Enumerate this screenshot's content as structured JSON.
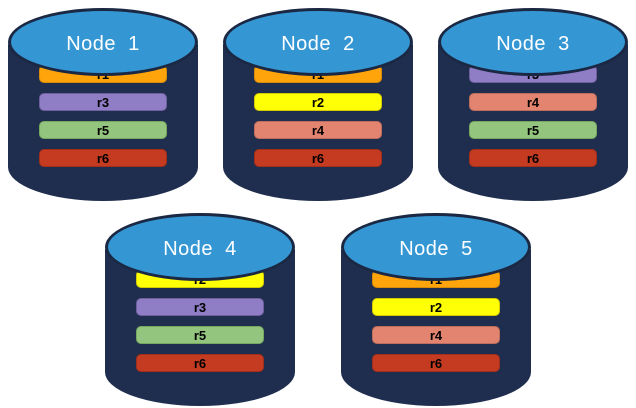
{
  "diagram": {
    "description": "Five database nodes with replicated partitions",
    "colors": {
      "background": "#FFFFFF",
      "cylinder_body": "#1F2D4E",
      "cylinder_top": "#3497D4",
      "cylinder_outline": "#1B2843",
      "node_label_text": "#FFFFFF",
      "replica_label_text": "#000000"
    },
    "replica_colors": {
      "r1": {
        "fill": "#FFA40B",
        "border": "#D98C0A"
      },
      "r2": {
        "fill": "#FFFF05",
        "border": "#D2CB00"
      },
      "r3": {
        "fill": "#8F7EC5",
        "border": "#6F5F9E"
      },
      "r4": {
        "fill": "#E2846F",
        "border": "#BF6D5C"
      },
      "r5": {
        "fill": "#94C57E",
        "border": "#76A95E"
      },
      "r6": {
        "fill": "#C43B21",
        "border": "#A32F18"
      }
    },
    "rows": [
      {
        "nodes": [
          {
            "label": "Node  1",
            "replicas": [
              "r1",
              "r3",
              "r5",
              "r6"
            ]
          },
          {
            "label": "Node  2",
            "replicas": [
              "r1",
              "r2",
              "r4",
              "r6"
            ]
          },
          {
            "label": "Node  3",
            "replicas": [
              "r3",
              "r4",
              "r5",
              "r6"
            ]
          }
        ]
      },
      {
        "nodes": [
          {
            "label": "Node  4",
            "replicas": [
              "r2",
              "r3",
              "r5",
              "r6"
            ]
          },
          {
            "label": "Node  5",
            "replicas": [
              "r1",
              "r2",
              "r4",
              "r6"
            ]
          }
        ]
      }
    ]
  }
}
